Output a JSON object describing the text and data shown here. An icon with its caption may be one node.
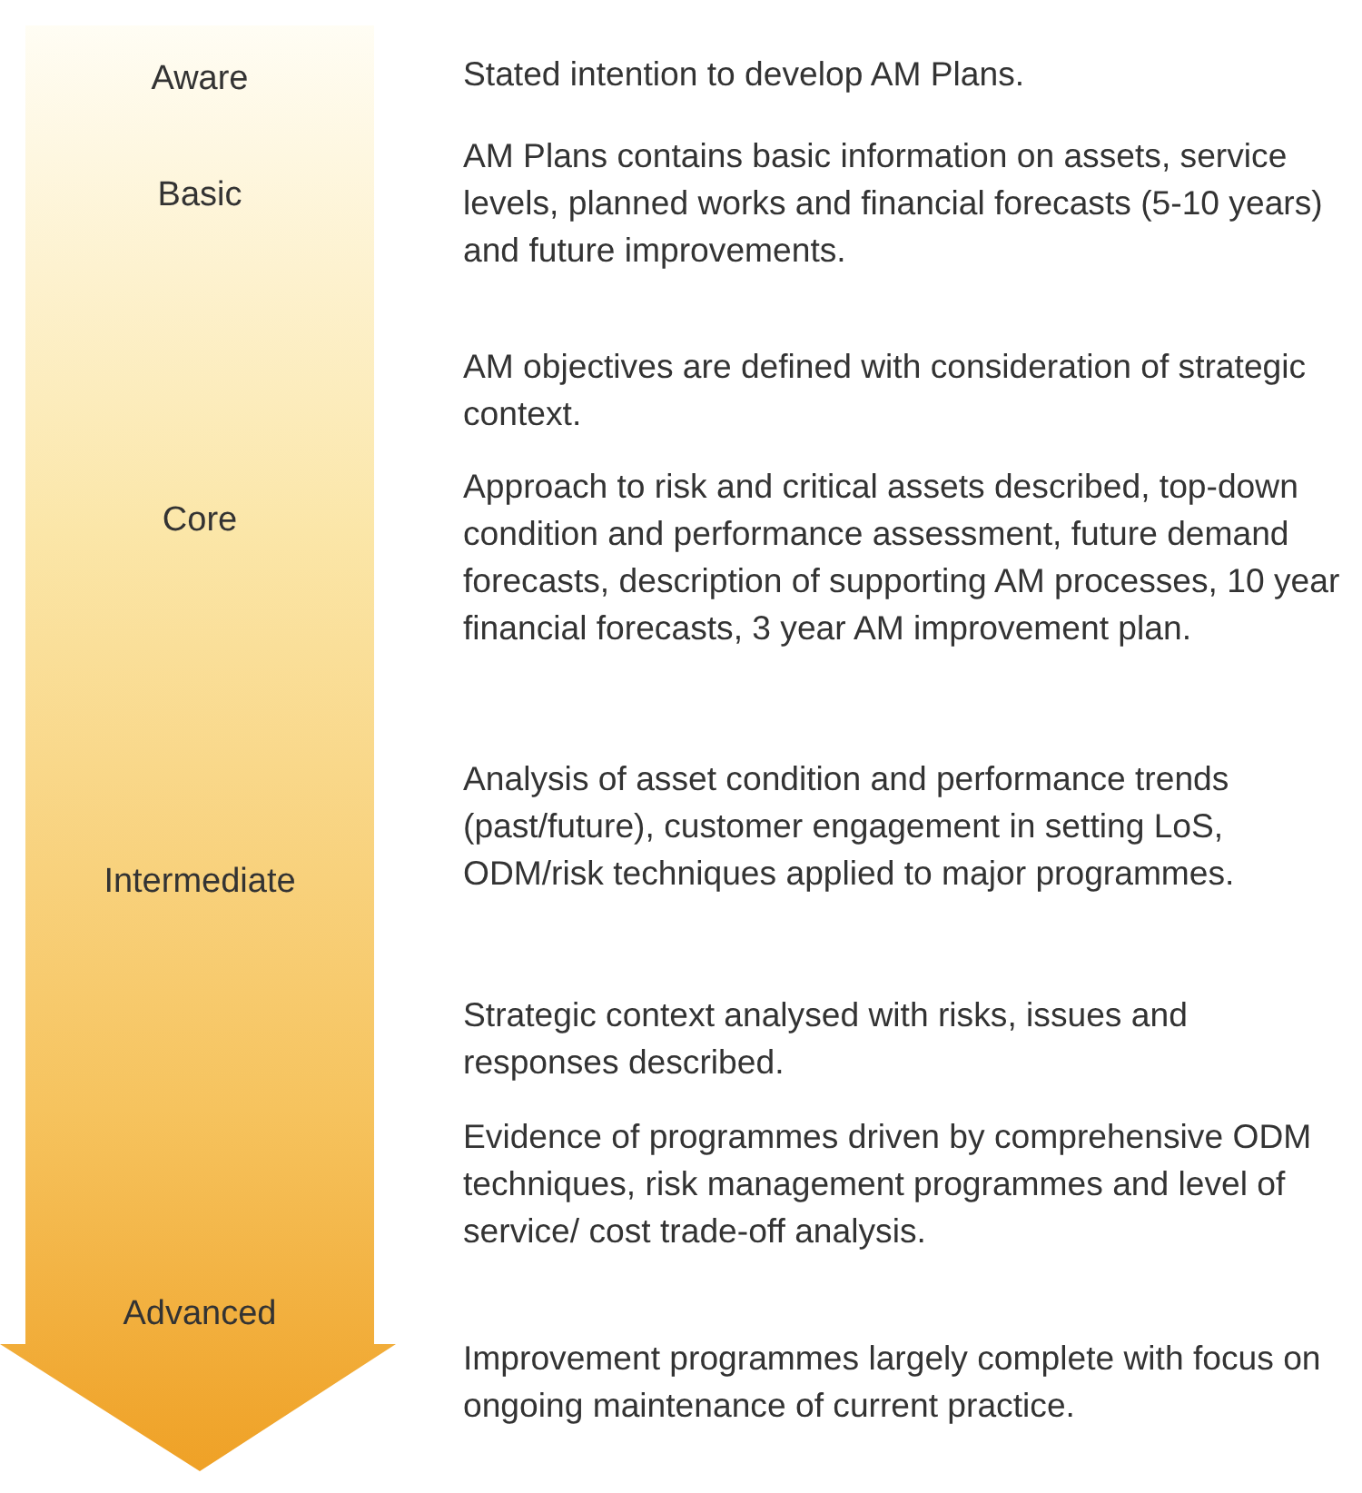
{
  "diagram": {
    "nodes": [
      {
        "text": [
          "Aware",
          "Basic",
          "Core",
          "Intermediate",
          "Advanced"
        ]
      }
    ],
    "labels": [
      "Stated intention to develop AM Plans.",
      "AM Plans contains basic information on assets, service levels, planned works and financial forecasts (5-10 years) and future improvements.",
      "AM objectives are defined with consideration of strategic context.",
      "Approach to risk and critical assets described, top-down condition and performance assessment, future demand forecasts, description of supporting AM processes, 10 year financial forecasts, 3 year AM improvement plan.",
      "Analysis of asset condition and performance trends (past/future), customer engagement in setting LoS, ODM/risk techniques applied to major programmes.",
      "Strategic context analysed with risks, issues and responses described.",
      "Evidence of programmes driven by comprehensive ODM techniques, risk management programmes and level of service/ cost trade-off analysis.",
      "Improvement programmes largely complete with focus on ongoing maintenance of current practice."
    ]
  }
}
